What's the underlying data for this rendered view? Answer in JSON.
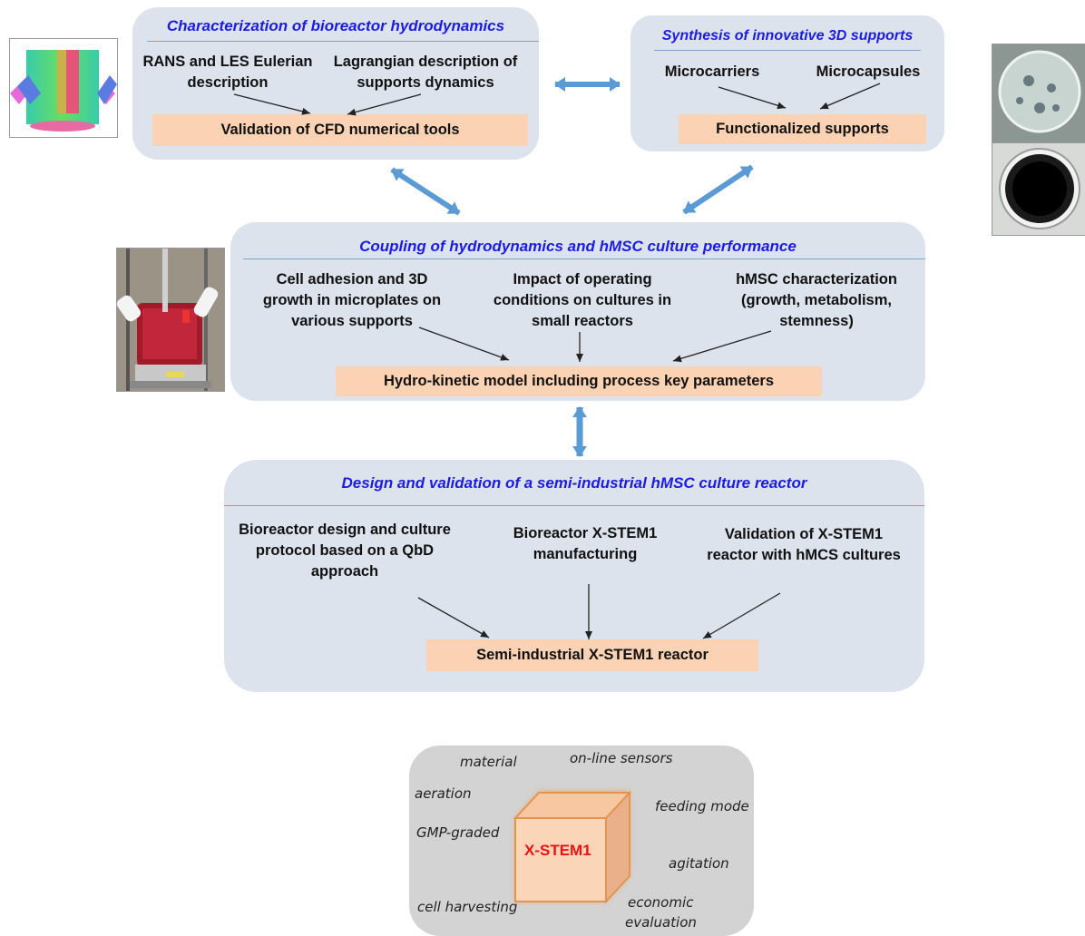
{
  "panels": {
    "hydrodynamics": {
      "title": "Characterization of bioreactor hydrodynamics",
      "left_text": [
        "RANS and LES Eulerian",
        "description"
      ],
      "right_text": [
        "Lagrangian description of",
        "supports dynamics"
      ],
      "result": "Validation of CFD numerical tools"
    },
    "supports": {
      "title": "Synthesis of innovative 3D supports",
      "left_text": "Microcarriers",
      "right_text": "Microcapsules",
      "result": "Functionalized supports"
    },
    "coupling": {
      "title": "Coupling of hydrodynamics and hMSC culture performance",
      "col1": [
        "Cell adhesion and 3D",
        "growth in microplates on",
        "various supports"
      ],
      "col2": [
        "Impact of operating",
        "conditions on cultures in",
        "small reactors"
      ],
      "col3": [
        "hMSC characterization",
        "(growth, metabolism,",
        "stemness)"
      ],
      "result": "Hydro-kinetic model including process key parameters"
    },
    "design": {
      "title": "Design and validation of a semi-industrial hMSC culture reactor",
      "col1": [
        "Bioreactor design and culture",
        "protocol based on a QbD",
        "approach"
      ],
      "col2": [
        "Bioreactor X-STEM1",
        "manufacturing"
      ],
      "col3": [
        "Validation of X-STEM1",
        "reactor with hMCS cultures"
      ],
      "result": "Semi-industrial X-STEM1 reactor"
    }
  },
  "cube_box": {
    "center_label": "X-STEM1",
    "keywords": {
      "material": "material",
      "online_sensors": "on-line sensors",
      "aeration": "aeration",
      "feeding_mode": "feeding mode",
      "gmp_graded": "GMP-graded",
      "agitation": "agitation",
      "cell_harvesting": "cell harvesting",
      "economic": "economic",
      "evaluation": "evaluation"
    }
  },
  "colors": {
    "panel_bg": "#dde3ec",
    "title_blue": "#1c1ce0",
    "result_bg": "#fbd2b4",
    "double_arrow": "#5b9bd5",
    "cube_label": "#e11111"
  }
}
